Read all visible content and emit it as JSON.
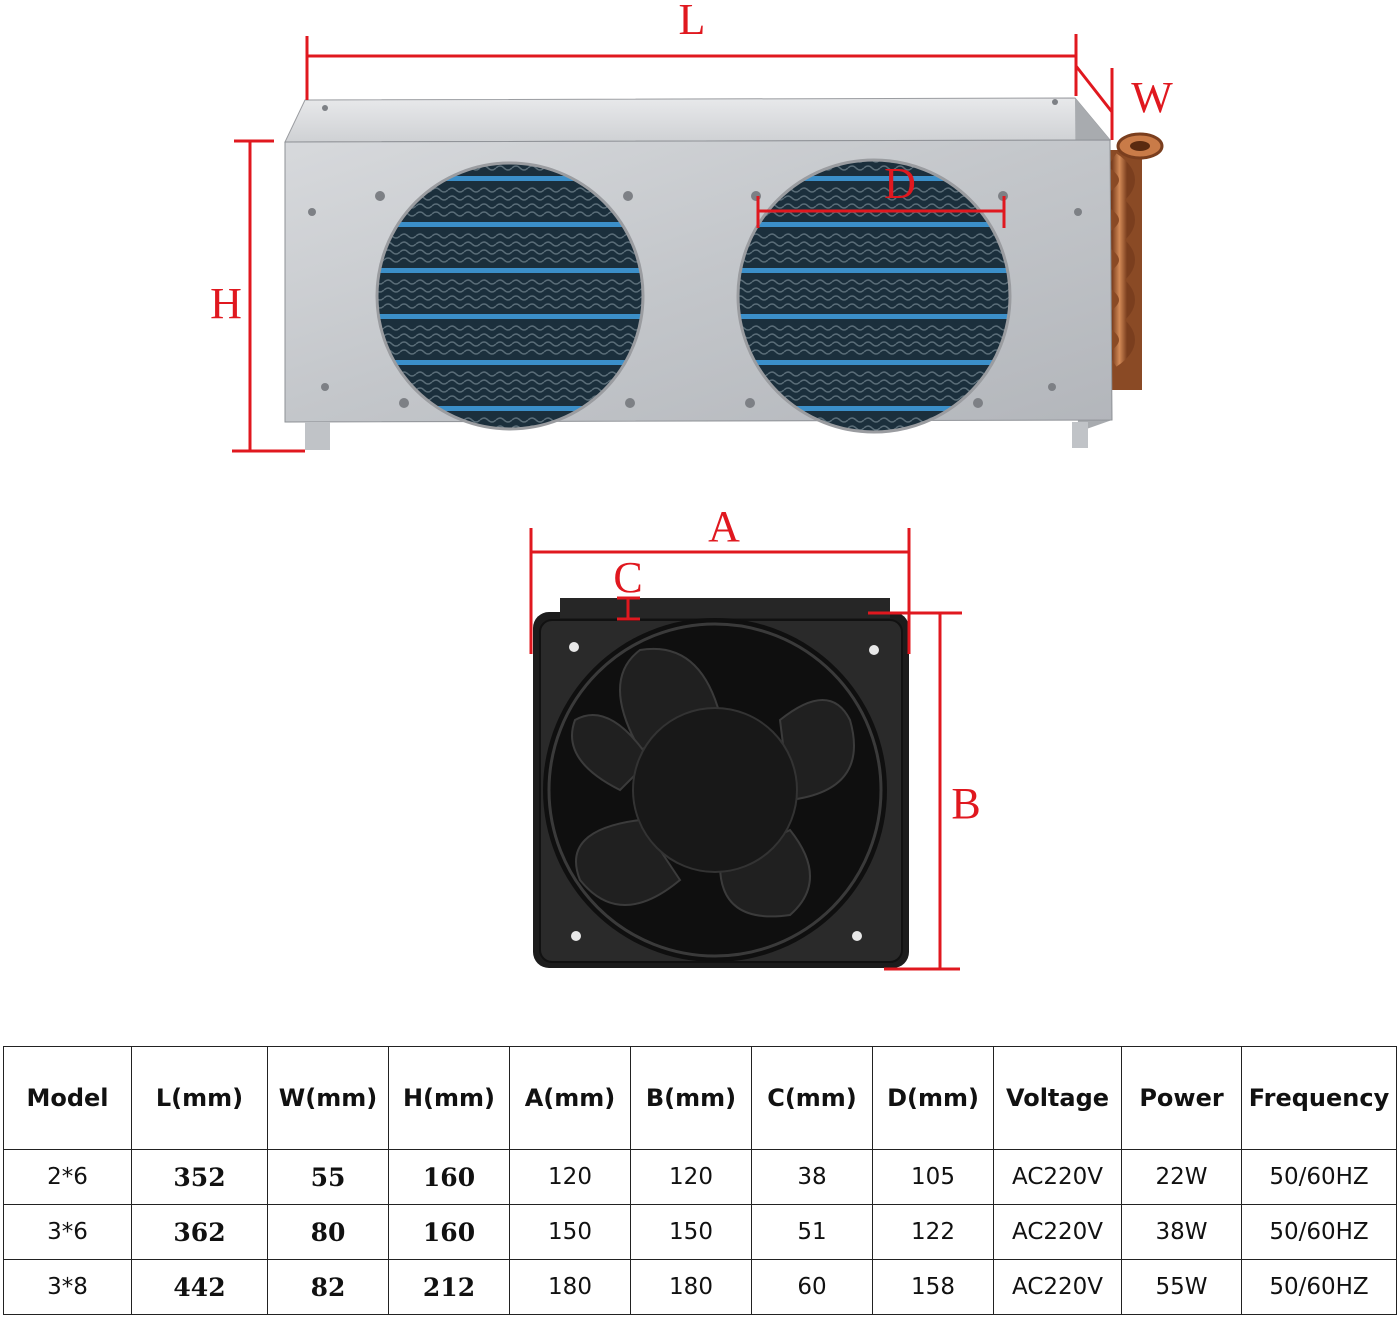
{
  "diagram": {
    "condenser_labels": {
      "length": "L",
      "width": "W",
      "height": "H",
      "fan_diameter": "D"
    },
    "fan_labels": {
      "width": "A",
      "height": "B",
      "offset": "C"
    },
    "colors": {
      "dimension_lines": "#e0181f",
      "metal_panel": "#c9ccd0",
      "fins": "#1f5f8a",
      "copper_tube": "#b06a3c",
      "fan_body": "#1c1c1c"
    },
    "icons": [
      "condenser-unit-photo",
      "axial-fan-photo"
    ]
  },
  "table": {
    "headers": [
      "Model",
      "L(mm)",
      "W(mm)",
      "H(mm)",
      "A(mm)",
      "B(mm)",
      "C(mm)",
      "D(mm)",
      "Voltage",
      "Power",
      "Frequency"
    ],
    "rows": [
      [
        "2*6",
        "352",
        "55",
        "160",
        "120",
        "120",
        "38",
        "105",
        "AC220V",
        "22W",
        "50/60HZ"
      ],
      [
        "3*6",
        "362",
        "80",
        "160",
        "150",
        "150",
        "51",
        "122",
        "AC220V",
        "38W",
        "50/60HZ"
      ],
      [
        "3*8",
        "442",
        "82",
        "212",
        "180",
        "180",
        "60",
        "158",
        "AC220V",
        "55W",
        "50/60HZ"
      ]
    ]
  }
}
